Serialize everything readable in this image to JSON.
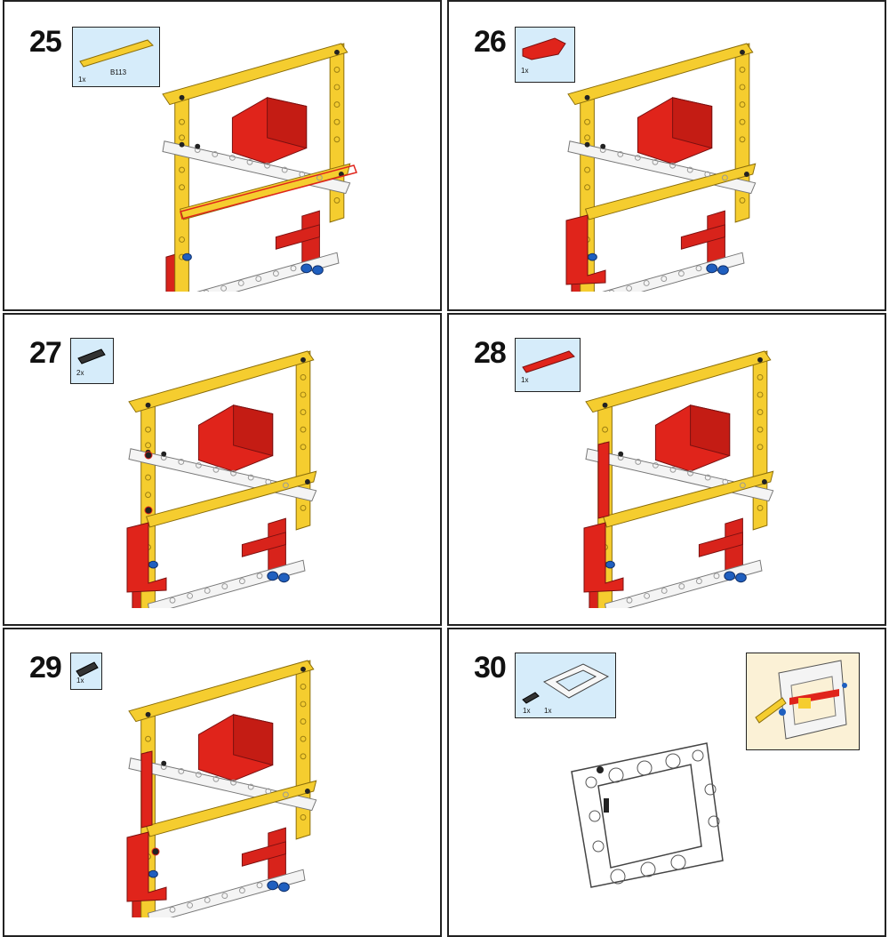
{
  "steps": [
    {
      "number": "25",
      "parts": [
        {
          "qty": "1x",
          "code": "B113",
          "icon": "yellow-beam-15-icon"
        }
      ]
    },
    {
      "number": "26",
      "parts": [
        {
          "qty": "1x",
          "icon": "red-l-beam-icon"
        }
      ]
    },
    {
      "number": "27",
      "parts": [
        {
          "qty": "2x",
          "icon": "black-pin-icon"
        }
      ]
    },
    {
      "number": "28",
      "parts": [
        {
          "qty": "1x",
          "icon": "red-beam-5-icon"
        }
      ]
    },
    {
      "number": "29",
      "parts": [
        {
          "qty": "1x",
          "icon": "black-pin-icon"
        }
      ]
    },
    {
      "number": "30",
      "parts": [
        {
          "qty": "1x",
          "icon": "black-pin-icon"
        },
        {
          "qty": "1x",
          "icon": "white-frame-icon"
        }
      ]
    }
  ],
  "colors": {
    "yellow": "#f5cd2f",
    "red": "#e0241b",
    "white": "#f4f4f4",
    "blue": "#1f5fbf",
    "black": "#222222",
    "parts_bg": "#d6ecfa",
    "callout_bg": "#fbf1d6"
  }
}
